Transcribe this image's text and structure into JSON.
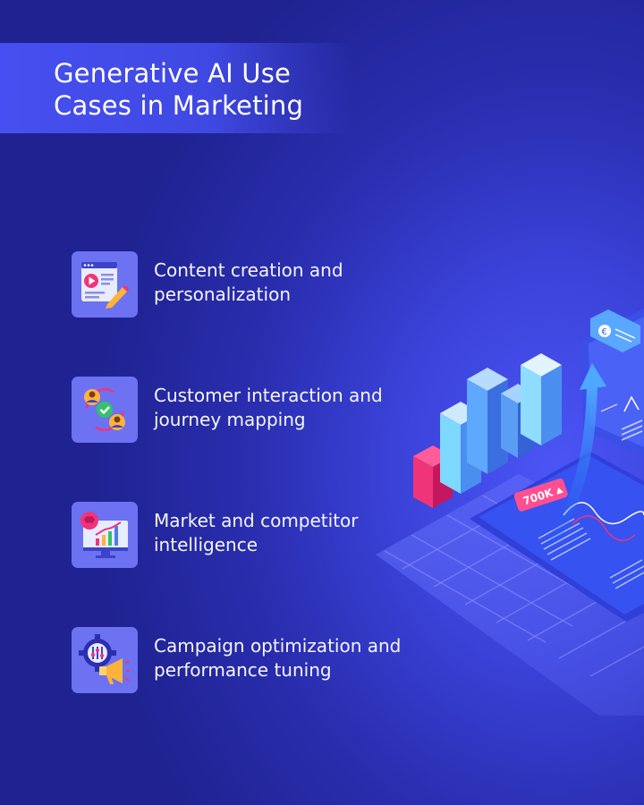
{
  "page": {
    "title": "Generative AI Use Cases in Marketing"
  },
  "items": [
    {
      "label": "Content creation and personalization",
      "icon": "content-creation-icon"
    },
    {
      "label": "Customer interaction and journey mapping",
      "icon": "customer-journey-icon"
    },
    {
      "label": "Market and competitor intelligence",
      "icon": "market-intelligence-icon"
    },
    {
      "label": "Campaign optimization and performance tuning",
      "icon": "campaign-optimization-icon"
    }
  ],
  "illustration": {
    "badge_text": "700K"
  },
  "colors": {
    "background": "#2a2eb0",
    "title_band": "#4650f0",
    "icon_tile": "#6c72f2",
    "accent_pink": "#f0347a",
    "accent_cyan": "#7fd8ff"
  }
}
